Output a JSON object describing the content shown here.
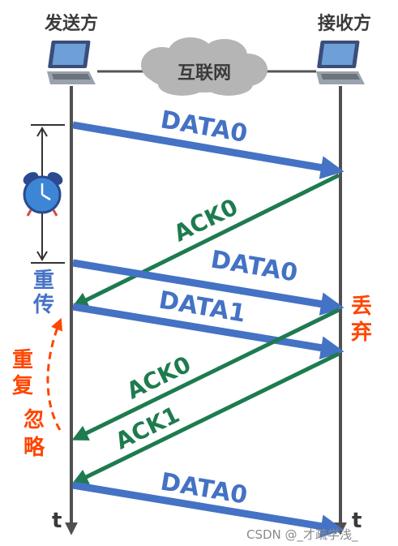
{
  "title_sender": "发送方",
  "title_receiver": "接收方",
  "network_label": "互联网",
  "messages": [
    {
      "id": "m1",
      "label": "DATA0",
      "direction": "sender-to-receiver",
      "color": "#4472c4"
    },
    {
      "id": "m2",
      "label": "ACK0",
      "direction": "receiver-to-sender",
      "color": "#1e7b4f"
    },
    {
      "id": "m3",
      "label": "DATA0",
      "direction": "sender-to-receiver",
      "color": "#4472c4"
    },
    {
      "id": "m4",
      "label": "DATA1",
      "direction": "sender-to-receiver",
      "color": "#4472c4"
    },
    {
      "id": "m5",
      "label": "ACK0",
      "direction": "receiver-to-sender",
      "color": "#1e7b4f"
    },
    {
      "id": "m6",
      "label": "ACK1",
      "direction": "receiver-to-sender",
      "color": "#1e7b4f"
    },
    {
      "id": "m7",
      "label": "DATA0",
      "direction": "sender-to-receiver",
      "color": "#4472c4"
    }
  ],
  "annotations": {
    "retransmit": [
      "重",
      "传"
    ],
    "duplicate_ignore": [
      "重",
      "复",
      "忽",
      "略"
    ],
    "discard": [
      "丢",
      "弃"
    ]
  },
  "time_axis_label_left": "t",
  "time_axis_label_right": "t",
  "timer_icon": "alarm-clock-icon",
  "sender_icon": "laptop-icon",
  "receiver_icon": "laptop-icon",
  "network_icon": "cloud-icon",
  "watermark": "CSDN @_才疏学浅_"
}
